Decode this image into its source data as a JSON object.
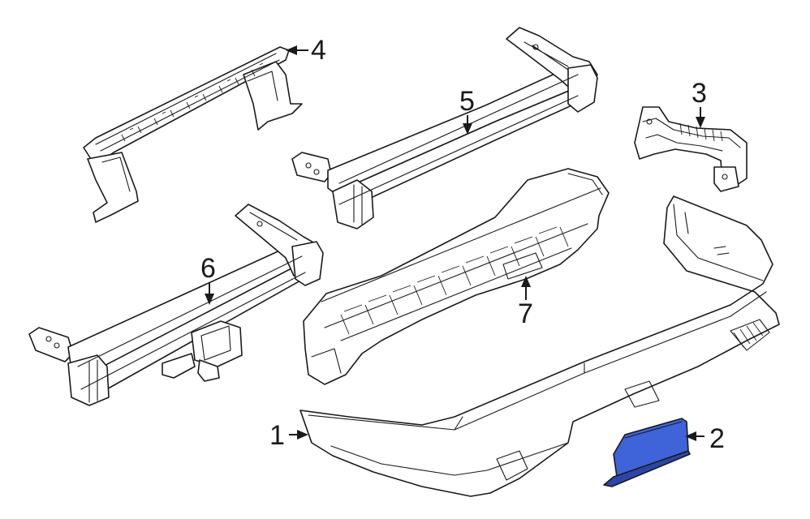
{
  "callouts": {
    "c1": "1",
    "c2": "2",
    "c3": "3",
    "c4": "4",
    "c5": "5",
    "c6": "6",
    "c7": "7"
  },
  "colors": {
    "highlight_fill": "#3f63d8",
    "highlight_dark": "#2a46a8",
    "line": "#1a1a1a"
  }
}
